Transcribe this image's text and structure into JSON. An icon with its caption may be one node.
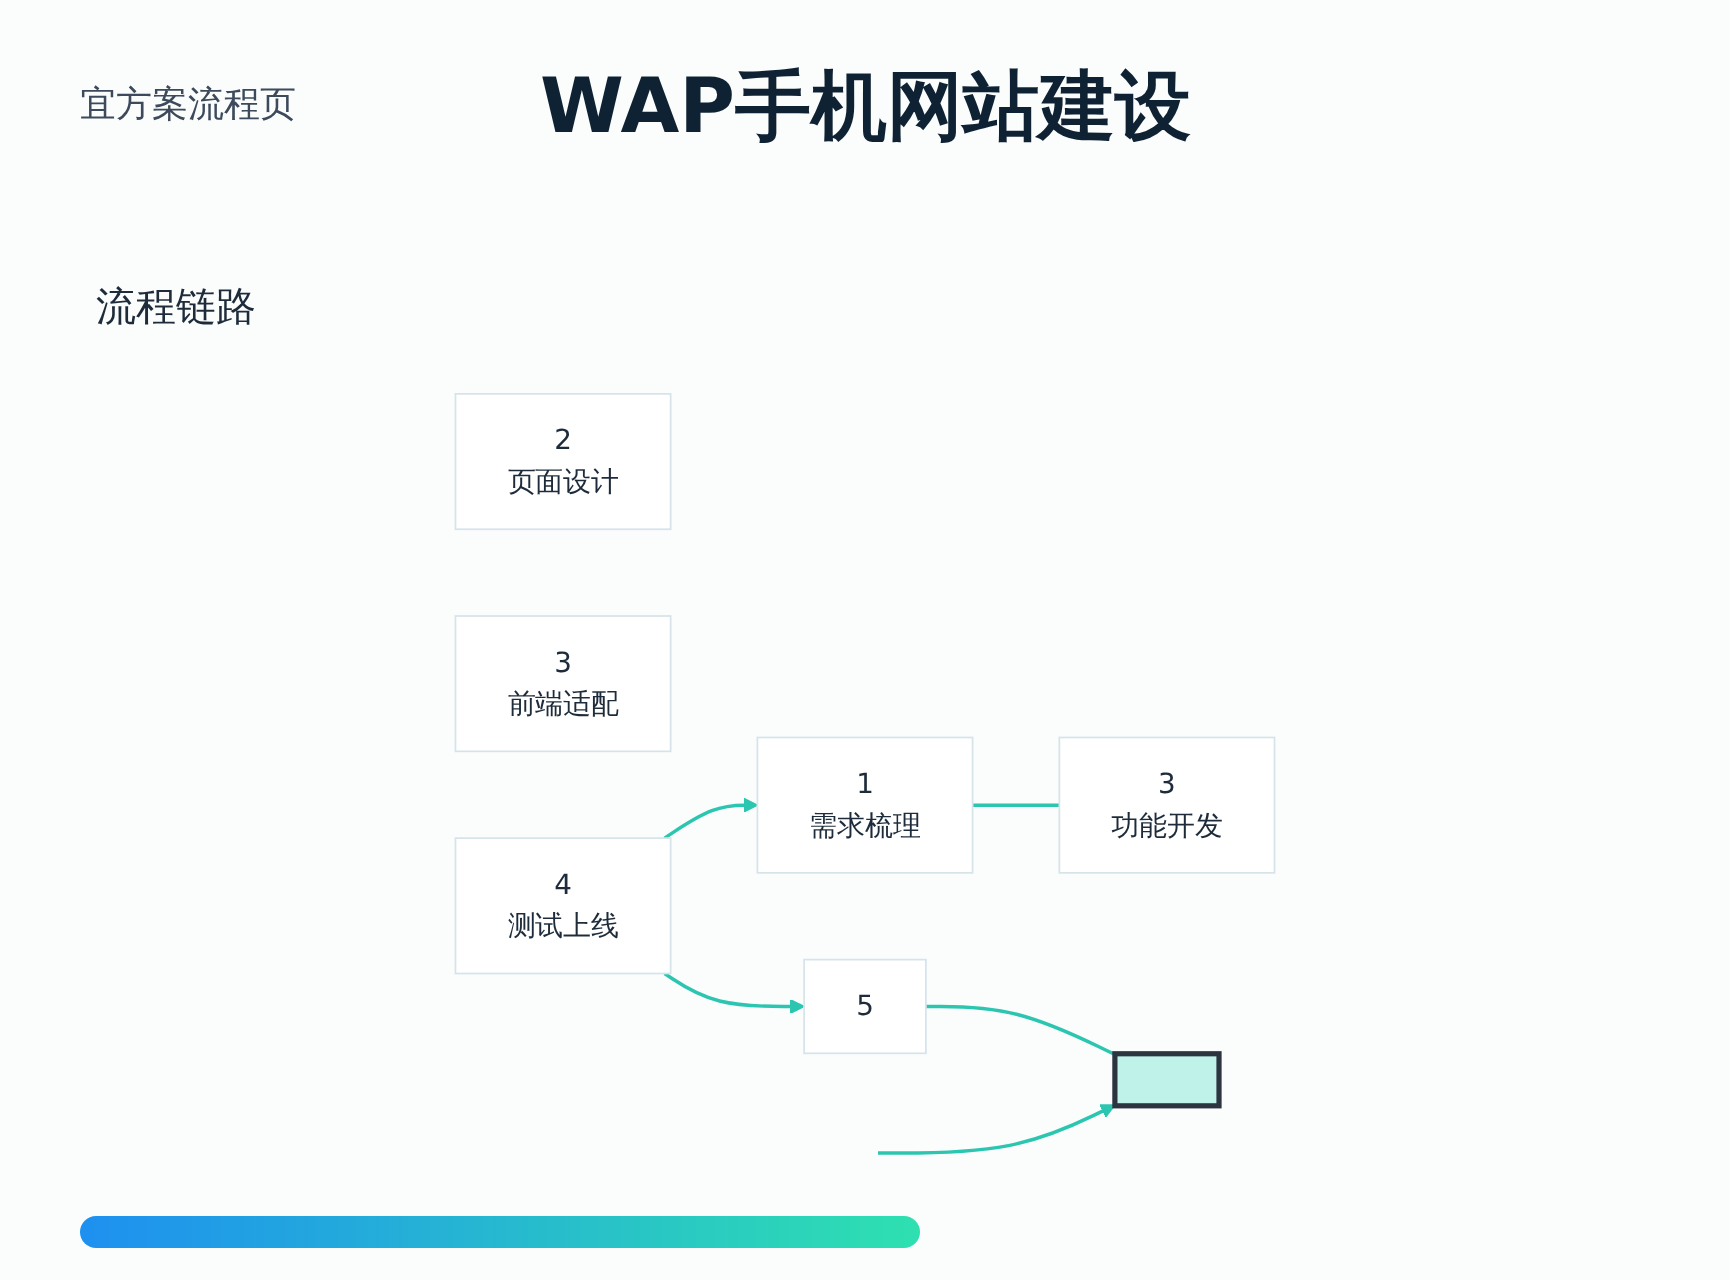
{
  "diagram": {
    "title": "WAP手机网站建设",
    "nodes": [
      {
        "text": [
          "1",
          "需求梳理"
        ]
      },
      {
        "text": [
          "2",
          "页面设计"
        ]
      },
      {
        "text": [
          "3",
          "前端适配"
        ]
      },
      {
        "text": [
          "3",
          "功能开发"
        ]
      },
      {
        "text": [
          "5"
        ]
      },
      {
        "text": [
          "4",
          "测试上线"
        ]
      },
      {
        "text": [],
        "shape": "box"
      }
    ],
    "edges": [
      {
        "from": 0,
        "to": 3,
        "arrow": "none"
      },
      {
        "from": 5,
        "to": 0,
        "arrow": "to"
      },
      {
        "from": 5,
        "to": 4,
        "arrow": "to"
      },
      {
        "from": 4,
        "to": 6,
        "arrow": "none"
      },
      {
        "from": null,
        "to": 6,
        "arrow": "to"
      }
    ],
    "labels": [
      "宜方案流程页",
      "流程链路"
    ]
  }
}
